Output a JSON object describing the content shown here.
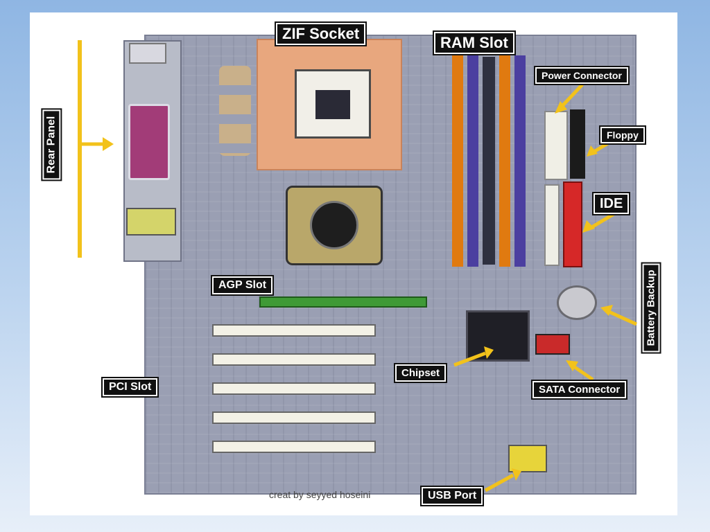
{
  "labels": {
    "zif_socket": "ZIF Socket",
    "ram_slot": "RAM Slot",
    "power_connector": "Power Connector",
    "floppy": "Floppy",
    "ide": "IDE",
    "rear_panel": "Rear Panel",
    "agp_slot": "AGP Slot",
    "battery_backup": "Battery Backup",
    "chipset": "Chipset",
    "sata_connector": "SATA Connector",
    "pci_slot": "PCI Slot",
    "usb_port": "USB Port"
  },
  "credit": "creat by seyyed hoseini",
  "colors": {
    "arrow": "#f2c21b",
    "label_bg": "#111111",
    "label_text": "#ffffff",
    "socket_frame": "#e8a77e",
    "ram_orange": "#e07a10",
    "ram_purple": "#4b3fa0",
    "ide_red": "#d62828",
    "agp_green": "#3f9a36"
  }
}
